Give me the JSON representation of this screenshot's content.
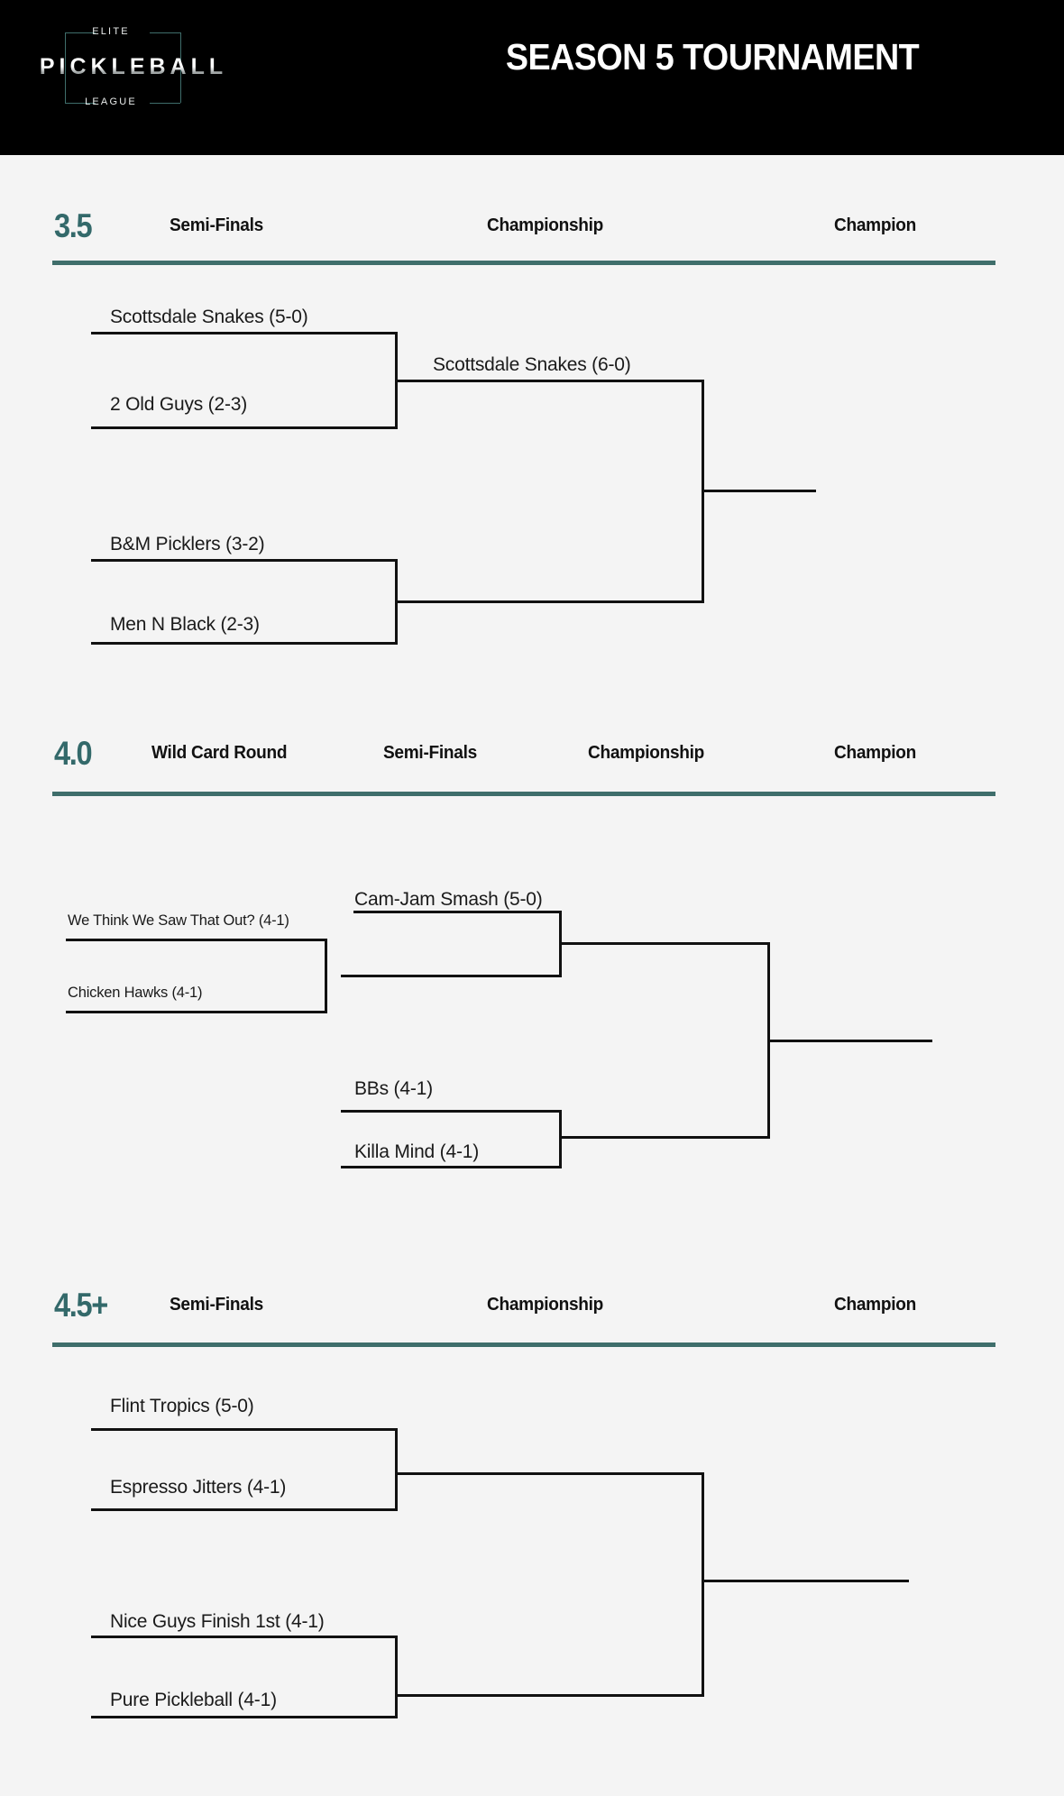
{
  "header": {
    "logo": {
      "top_word": "ELITE",
      "main_word": "PICKLEBALL",
      "bottom_word": "LEAGUE"
    },
    "title": "SEASON 5 TOURNAMENT",
    "background_color": "#000000"
  },
  "theme": {
    "accent_teal": "#3f6e6b",
    "level_teal": "#33696a",
    "page_background": "#f4f4f4",
    "line_color": "#111111"
  },
  "divisions": [
    {
      "id": "div-35",
      "level": "3.5",
      "rounds": [
        {
          "label": "Semi-Finals"
        },
        {
          "label": "Championship"
        },
        {
          "label": "Champion"
        }
      ],
      "semifinals": [
        {
          "team": "Scottsdale Snakes (5-0)"
        },
        {
          "team": "2 Old Guys (2-3)"
        },
        {
          "team": "B&M Picklers (3-2)"
        },
        {
          "team": "Men N Black (2-3)"
        }
      ],
      "championship": [
        {
          "team": "Scottsdale Snakes (6-0)"
        },
        {
          "team": ""
        }
      ],
      "champion": {
        "team": ""
      }
    },
    {
      "id": "div-40",
      "level": "4.0",
      "rounds": [
        {
          "label": "Wild Card Round"
        },
        {
          "label": "Semi-Finals"
        },
        {
          "label": "Championship"
        },
        {
          "label": "Champion"
        }
      ],
      "wildcard": [
        {
          "team": "We Think We Saw That Out? (4-1)"
        },
        {
          "team": "Chicken Hawks (4-1)"
        }
      ],
      "semifinals": [
        {
          "team": "Cam-Jam Smash (5-0)"
        },
        {
          "team": ""
        },
        {
          "team": "BBs (4-1)"
        },
        {
          "team": "Killa Mind (4-1)"
        }
      ],
      "championship": [
        {
          "team": ""
        },
        {
          "team": ""
        }
      ],
      "champion": {
        "team": ""
      }
    },
    {
      "id": "div-45",
      "level": "4.5+",
      "rounds": [
        {
          "label": "Semi-Finals"
        },
        {
          "label": "Championship"
        },
        {
          "label": "Champion"
        }
      ],
      "semifinals": [
        {
          "team": "Flint Tropics (5-0)"
        },
        {
          "team": "Espresso Jitters (4-1)"
        },
        {
          "team": "Nice Guys Finish 1st (4-1)"
        },
        {
          "team": "Pure Pickleball (4-1)"
        }
      ],
      "championship": [
        {
          "team": ""
        },
        {
          "team": ""
        }
      ],
      "champion": {
        "team": ""
      }
    }
  ]
}
